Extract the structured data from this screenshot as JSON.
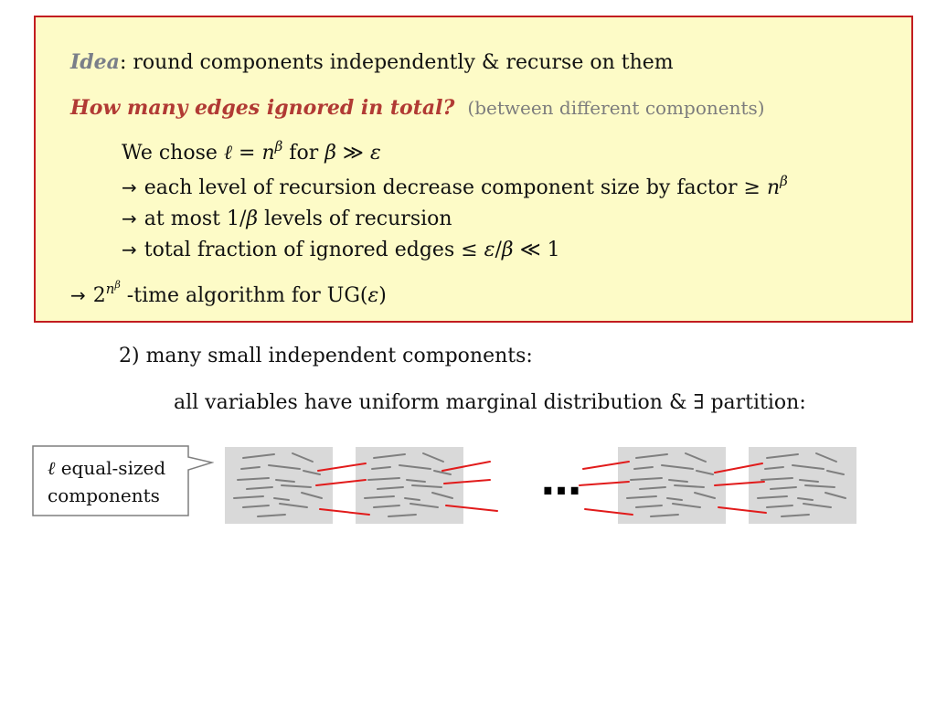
{
  "idea": {
    "word": "Idea",
    "rest": ": round components independently & recurse on them"
  },
  "question": {
    "text": "How many edges ignored in total?",
    "note": "(between different components)"
  },
  "chose": {
    "prefix": "We chose ",
    "ell": "ℓ",
    "eq": " = ",
    "n": "n",
    "beta": "β",
    "for": " for ",
    "gg": " ≫ ",
    "eps": "ε"
  },
  "bullets": {
    "b1_text": "each level of recursion decrease component size by factor ≥ ",
    "b1_n": "n",
    "b1_beta": "β",
    "b2_prefix": "at most 1/",
    "b2_beta": "β",
    "b2_suffix": " levels of recursion",
    "b3_prefix": "total fraction of ignored edges ≤ ",
    "b3_eps": "ε",
    "b3_slash": "/",
    "b3_beta": "β",
    "b3_suffix": " ≪ 1"
  },
  "conclusion": {
    "two": "2",
    "sup_n": "n",
    "sup_beta": "β",
    "rest": "-time algorithm for UG(",
    "eps": "ε",
    "close": ")"
  },
  "arrow_symbol": "→",
  "case2": {
    "title": "2) many small independent components:",
    "desc": "all variables have uniform marginal distribution & ∃ partition:"
  },
  "callout": {
    "ell": "ℓ",
    "line1": " equal-sized",
    "line2": "components"
  },
  "diagram": {
    "ellipsis": "…"
  },
  "colors": {
    "box_border": "#c21d20",
    "box_fill": "#fdfbc7",
    "component_fill": "#d9d9d9",
    "internal_edge": "#7f7f7f",
    "cross_edge": "#e11b1b",
    "idea_grey": "#7a7f89",
    "question_red": "#b13a34"
  }
}
